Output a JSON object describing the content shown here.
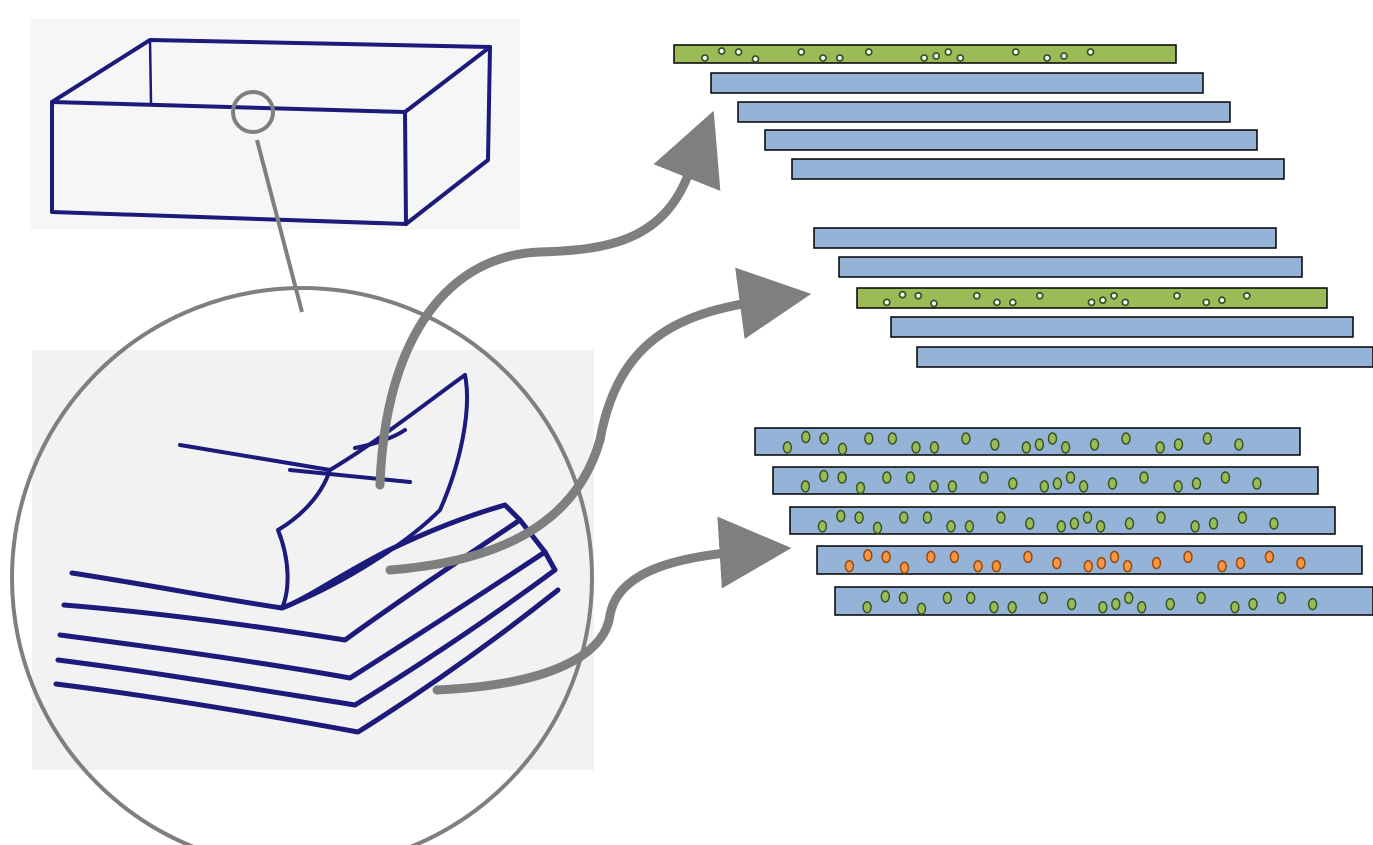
{
  "diagram": {
    "description_labels": [],
    "colors": {
      "sheet_plain": "#95b3d7",
      "sheet_coated": "#9bbb59",
      "sheet_stroke": "#000000",
      "dot_green": "#9bbb59",
      "dot_orange": "#f79646",
      "dot_stroke": "#375623",
      "dot_orange_stroke": "#984807",
      "sketch_ink": "#1c1a7a",
      "connector": "#7f7f7f",
      "sketch_panel": "#f2f2f2"
    },
    "icons": {
      "box": "cardboard-box-sketch-icon",
      "stack": "paper-stack-sketch-icon",
      "magnifier": "magnifier-circle-icon",
      "arrow": "curved-arrow-icon"
    },
    "groups": [
      {
        "name": "group-top",
        "rows": [
          {
            "fill": "sheet_coated",
            "dots": "green-small"
          },
          {
            "fill": "sheet_plain",
            "dots": "none"
          },
          {
            "fill": "sheet_plain",
            "dots": "none"
          },
          {
            "fill": "sheet_plain",
            "dots": "none"
          },
          {
            "fill": "sheet_plain",
            "dots": "none"
          }
        ]
      },
      {
        "name": "group-middle",
        "rows": [
          {
            "fill": "sheet_plain",
            "dots": "none"
          },
          {
            "fill": "sheet_plain",
            "dots": "none"
          },
          {
            "fill": "sheet_coated",
            "dots": "green-small"
          },
          {
            "fill": "sheet_plain",
            "dots": "none"
          },
          {
            "fill": "sheet_plain",
            "dots": "none"
          }
        ]
      },
      {
        "name": "group-bottom",
        "rows": [
          {
            "fill": "sheet_plain",
            "dots": "green"
          },
          {
            "fill": "sheet_plain",
            "dots": "green"
          },
          {
            "fill": "sheet_plain",
            "dots": "green"
          },
          {
            "fill": "sheet_plain",
            "dots": "orange"
          },
          {
            "fill": "sheet_plain",
            "dots": "green"
          }
        ]
      }
    ]
  }
}
